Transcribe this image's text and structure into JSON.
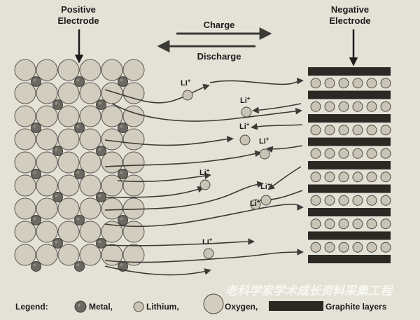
{
  "labels": {
    "positive_electrode": [
      "Positive",
      "Electrode"
    ],
    "negative_electrode": [
      "Negative",
      "Electrode"
    ],
    "charge": "Charge",
    "discharge": "Discharge"
  },
  "ion_label": "Li",
  "ion_superscript": "+",
  "legend": {
    "title": "Legend:",
    "items": [
      {
        "icon": "metal-atom-icon",
        "text": "Metal,"
      },
      {
        "icon": "lithium-atom-icon",
        "text": "Lithium,"
      },
      {
        "icon": "oxygen-atom-icon",
        "text": "Oxygen,"
      },
      {
        "icon": "graphite-layer-icon",
        "text": "Graphite layers"
      }
    ]
  },
  "watermark": "老科学家学术成长资料采集工程",
  "colors": {
    "background": "#e4e1d6",
    "oxygen": "#d2cdbf",
    "metal": "#6b6a62",
    "lithium": "#c9c4b6",
    "graphite": "#2a2924",
    "ink": "#1c1c1c"
  }
}
